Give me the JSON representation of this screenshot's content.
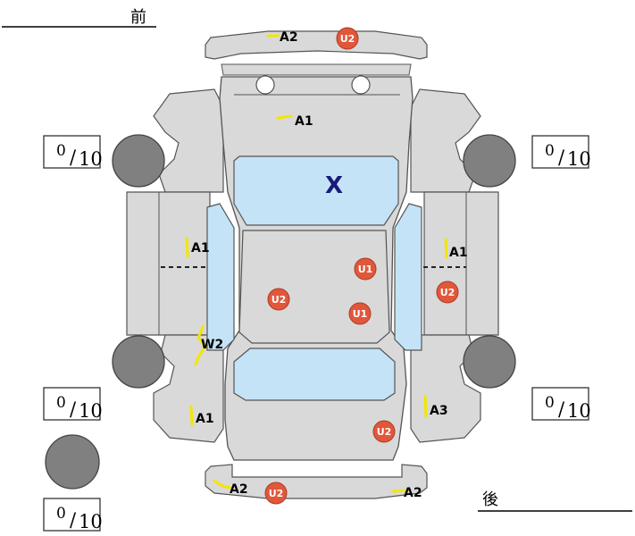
{
  "directions": {
    "front": "前",
    "rear": "後"
  },
  "center_mark": "X",
  "damage_labels": {
    "front_bumper": "A2",
    "hood": "A1",
    "left_front_fender": "A1",
    "left_front_door": "W2",
    "left_rear_quarter": "A1",
    "right_front_fender": "A1",
    "right_rear_quarter": "A3",
    "rear_bumper_left": "A2",
    "rear_bumper_right": "A2"
  },
  "circle_marks": {
    "front_bumper": "U2",
    "roof_upper": "U1",
    "roof_left": "U2",
    "roof_lower": "U1",
    "right_door": "U2",
    "trunk": "U2",
    "rear_bumper": "U2"
  },
  "tread_gauges": [
    {
      "position": "front-left",
      "value": "0",
      "max": "10"
    },
    {
      "position": "front-right",
      "value": "0",
      "max": "10"
    },
    {
      "position": "rear-left",
      "value": "0",
      "max": "10"
    },
    {
      "position": "rear-right",
      "value": "0",
      "max": "10"
    },
    {
      "position": "spare",
      "value": "0",
      "max": "10"
    }
  ],
  "colors": {
    "body": "#d9d9d9",
    "glass": "#c5e3f7",
    "tire": "#808080",
    "marker_circle": "#e0573a",
    "damage_stroke": "#f2e600",
    "outline": "#555555"
  }
}
